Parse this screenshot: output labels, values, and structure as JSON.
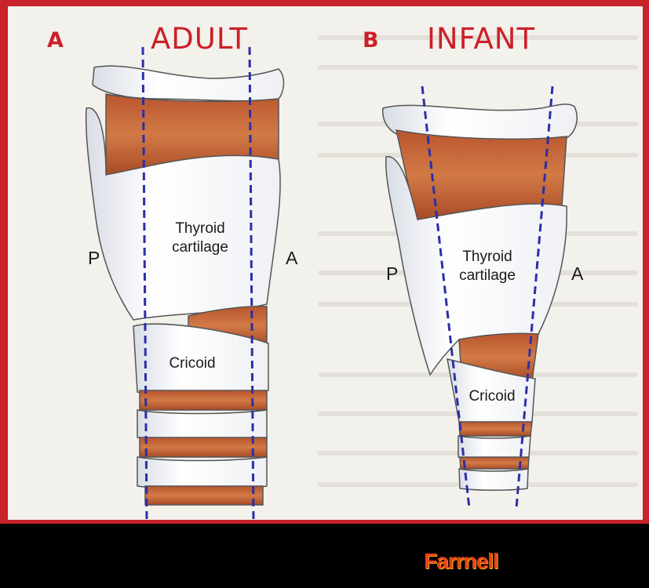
{
  "figure": {
    "panel_a": {
      "letter": "A",
      "title": "ADULT",
      "posterior": "P",
      "anterior": "A",
      "thyroid_label": "Thyroid\ncartilage",
      "cricoid_label": "Cricoid"
    },
    "panel_b": {
      "letter": "B",
      "title": "INFANT",
      "posterior": "P",
      "anterior": "A",
      "thyroid_label": "Thyroid\ncartilage",
      "cricoid_label": "Cricoid"
    },
    "credit": "Farrnell"
  },
  "colors": {
    "frame": "#c8222a",
    "title": "#cc2027",
    "cartilage": "#ffffff",
    "muscle": "#c8693c",
    "guide_line": "#2b2fa8",
    "background": "#f3f1ec",
    "credit": "#e8411f"
  },
  "icons": [
    "larynx-illustration-adult",
    "larynx-illustration-infant"
  ]
}
